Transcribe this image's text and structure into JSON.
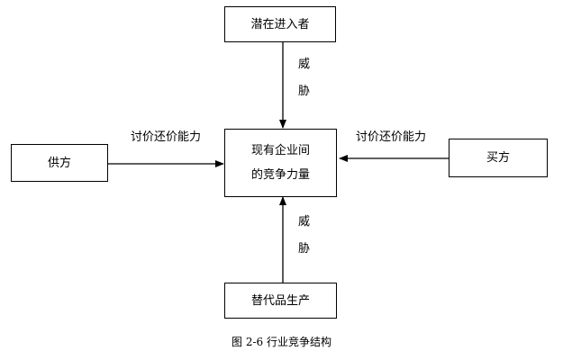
{
  "diagram": {
    "nodes": {
      "top": "潜在进入者",
      "left": "供方",
      "right": "买方",
      "bottom": "替代品生产",
      "center_line1": "现有企业间",
      "center_line2": "的竞争力量"
    },
    "edge_labels": {
      "top_char1": "威",
      "top_char2": "胁",
      "bottom_char1": "威",
      "bottom_char2": "胁",
      "left": "讨价还价能力",
      "right": "讨价还价能力"
    },
    "caption": "图 2-6 行业竞争结构"
  }
}
